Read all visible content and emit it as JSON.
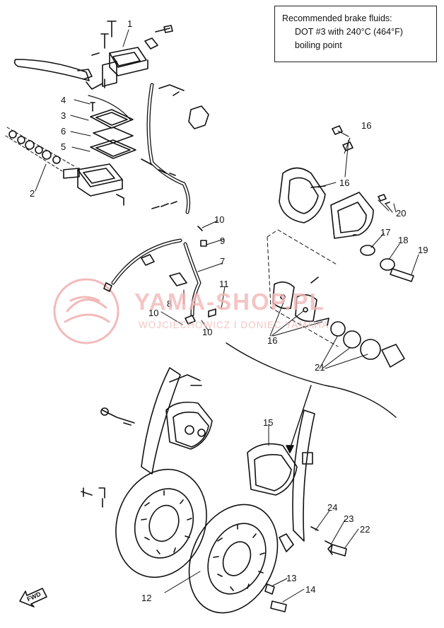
{
  "note": {
    "line1": "Recommended brake fluids:",
    "line2": "DOT #3 with 240°C (464°F)",
    "line3": "boiling point"
  },
  "watermark": {
    "title": "YAMA-SHOP.PL",
    "subtitle": "WOJCIECHOWICZ I DONIEC YAMAHA"
  },
  "fwd_label": "FWD",
  "callouts": {
    "c1": "1",
    "c2": "2",
    "c3": "3",
    "c4": "4",
    "c5": "5",
    "c6": "6",
    "c7": "7",
    "c8": "8",
    "c9": "9",
    "c10a": "10",
    "c10b": "10",
    "c10c": "10",
    "c11": "11",
    "c12": "12",
    "c13": "13",
    "c14": "14",
    "c15": "15",
    "c16a": "16",
    "c16b": "16",
    "c16c": "16",
    "c17": "17",
    "c18": "18",
    "c19": "19",
    "c20": "20",
    "c21": "21",
    "c22": "22",
    "c23": "23",
    "c24": "24"
  },
  "colors": {
    "ink": "#111111",
    "watermark": "#e88a8a"
  }
}
